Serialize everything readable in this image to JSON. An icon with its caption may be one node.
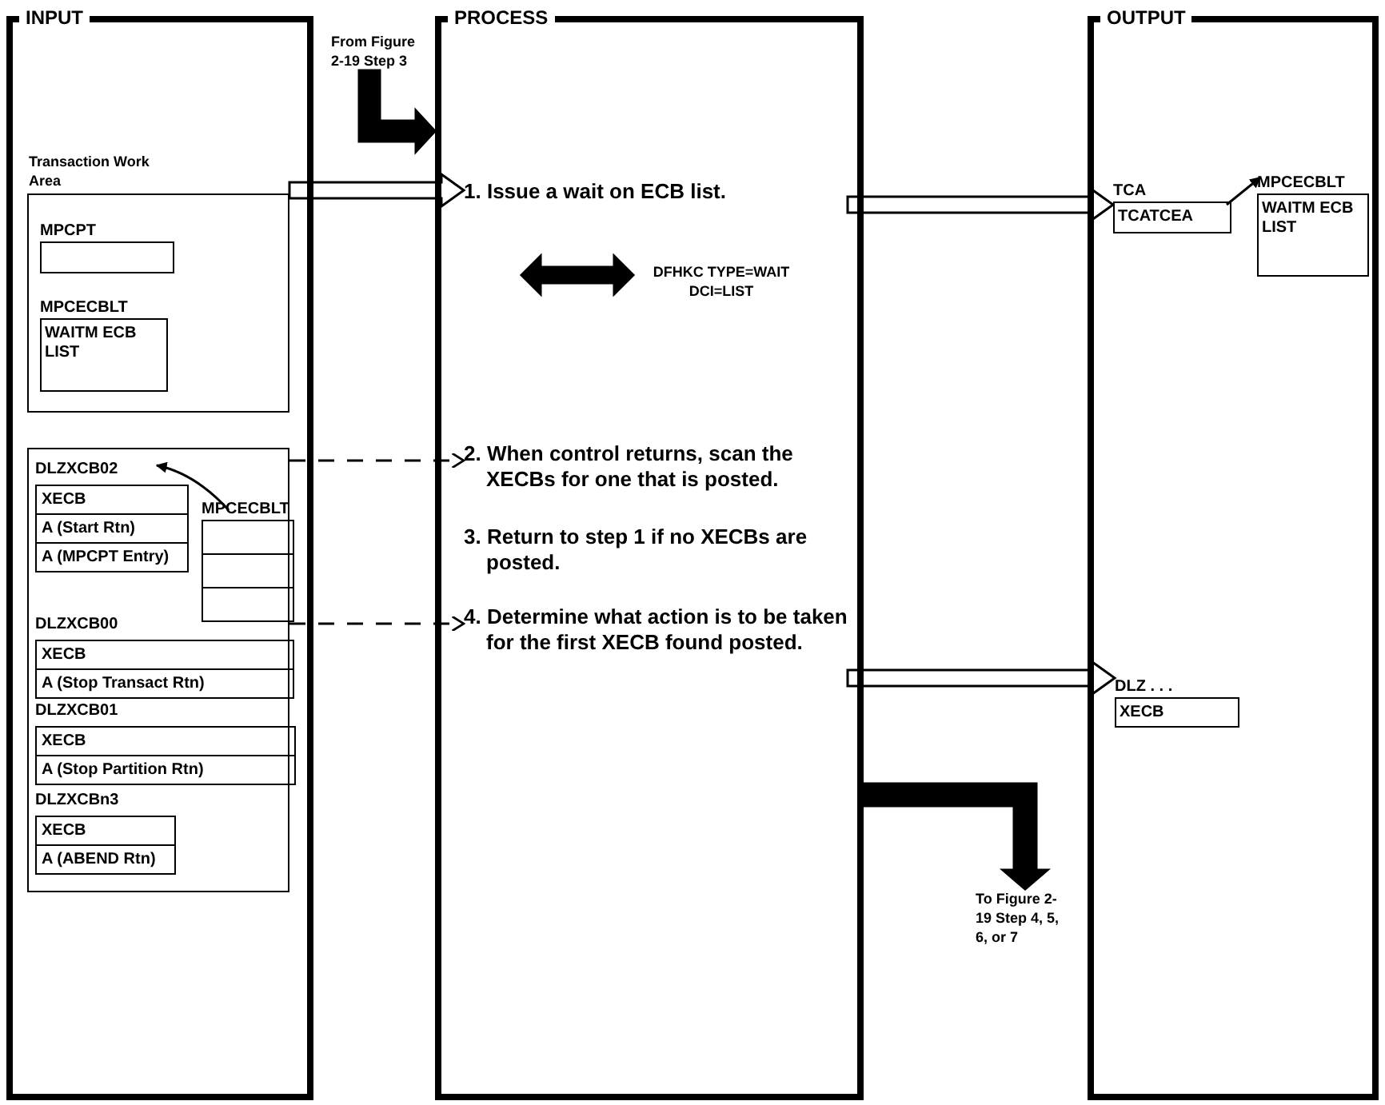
{
  "diagram": {
    "nodes": [
      {
        "text": [
          "INPUT"
        ]
      },
      {
        "text": [
          "PROCESS"
        ]
      },
      {
        "text": [
          "OUTPUT"
        ]
      },
      {
        "text": [
          "From Figure 2-19 Step 3"
        ]
      },
      {
        "text": [
          "Transaction Work Area"
        ],
        "in": 0
      },
      {
        "text": [
          "MPCPT"
        ],
        "in": 4
      },
      {
        "text": [
          "MPCECBLT",
          "WAITM ECB LIST"
        ],
        "in": 4
      },
      {
        "text": [],
        "shape": "box",
        "in": 0
      },
      {
        "text": [
          "DLZXCB02",
          "XECB",
          "A (Start Rtn)",
          "A (MPCPT Entry)"
        ],
        "in": 7
      },
      {
        "text": [
          "MPCECBLT"
        ],
        "in": 7
      },
      {
        "text": [
          "DLZXCB00",
          "XECB",
          "A (Stop Transact Rtn)"
        ],
        "in": 7
      },
      {
        "text": [
          "DLZXCB01",
          "XECB",
          "A (Stop Partition Rtn)"
        ],
        "in": 7
      },
      {
        "text": [
          "DLZXCBn3",
          "XECB",
          "A (ABEND Rtn)"
        ],
        "in": 7
      },
      {
        "text": [
          "1. Issue a wait on ECB list."
        ],
        "in": 1
      },
      {
        "text": [
          "2. When control returns, scan the XECBs for one that is posted."
        ],
        "in": 1
      },
      {
        "text": [
          "3. Return to step 1 if no XECBs are posted."
        ],
        "in": 1
      },
      {
        "text": [
          "4. Determine what action is to be taken for the first XECB found posted."
        ],
        "in": 1
      },
      {
        "text": [
          "DFHKC TYPE=WAIT DCI=LIST"
        ],
        "in": 1
      },
      {
        "text": [
          "To Figure 2-19 Step 4, 5, 6, or 7"
        ]
      },
      {
        "text": [
          "TCA",
          "TCATCEA"
        ],
        "in": 2
      },
      {
        "text": [
          "MPCECBLT",
          "WAITM ECB LIST"
        ],
        "in": 2
      },
      {
        "text": [
          "DLZ . . .",
          "XECB"
        ],
        "in": 2
      }
    ],
    "edges": [
      {
        "from": 3,
        "to": 1,
        "arrow": "to",
        "style": "thick"
      },
      {
        "from": 4,
        "to": 13,
        "arrow": "to",
        "style": "thick",
        "color": "#ffffff"
      },
      {
        "from": null,
        "to": 17,
        "arrow": "both",
        "style": "thick"
      },
      {
        "from": 7,
        "to": 14,
        "arrow": "to",
        "style": "dashed"
      },
      {
        "from": 7,
        "to": 16,
        "arrow": "to",
        "style": "dashed"
      },
      {
        "from": 9,
        "to": 8,
        "arrow": "to"
      },
      {
        "from": 13,
        "to": 19,
        "arrow": "to",
        "style": "thick",
        "color": "#ffffff"
      },
      {
        "from": 19,
        "to": 20,
        "arrow": "to"
      },
      {
        "from": 16,
        "to": 21,
        "arrow": "to",
        "style": "thick",
        "color": "#ffffff"
      },
      {
        "from": 1,
        "to": 18,
        "arrow": "to",
        "style": "thick"
      }
    ]
  }
}
